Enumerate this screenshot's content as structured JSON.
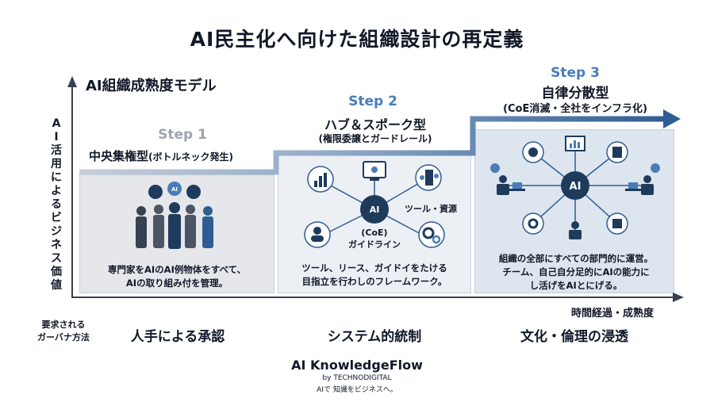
{
  "title": "AI民主化へ向けた組織設計の再定義",
  "model_title": "AI組織成熟度モデル",
  "y_axis_label": [
    "A",
    "I",
    "活",
    "用",
    "に",
    "よ",
    "る",
    "ビ",
    "ジ",
    "ネ",
    "ス",
    "価",
    "値"
  ],
  "x_axis_label": "時間経過・成熟度",
  "steps": [
    {
      "label": "Step 1",
      "name": "中央集権型",
      "sub": "(ボトルネック発生)",
      "desc": [
        "専門家をAIのAI例物体をすべて、",
        "AIの取り組み付を管理。"
      ]
    },
    {
      "label": "Step 2",
      "name": "ハブ＆スポーク型",
      "sub": "(権限委譲とガードレール)",
      "hub_text": "AI",
      "hub_sub": "(CoE)",
      "hub_guide": "ガイドライン",
      "tools": "ツール・資源",
      "desc": [
        "ツール、リース、ガイドイをたける",
        "目指立を行わしのフレームワーク。"
      ]
    },
    {
      "label": "Step 3",
      "name": "自律分散型",
      "sub": "(CoE消滅・全社をインフラ化)",
      "hub_text": "AI",
      "desc": [
        "組織の全部にすべての部門的に運営。",
        "チーム、自己自分足的にAIの能力に",
        "し活げをAIとにげる。"
      ]
    }
  ],
  "governance_label": [
    "要求される",
    "ガーバナ方法"
  ],
  "governance": [
    "人手による承認",
    "システム的統制",
    "文化・倫理の浸透"
  ],
  "brand": {
    "name": "AI KnowledgeFlow",
    "by": "by TECHNODIGITAL",
    "tagline": "AIで 知識をビジネスへ。"
  },
  "colors": {
    "accent": "#2f5d93",
    "step1": "#9ca3af",
    "step_blue": "#4a7db8",
    "icon_dark": "#1f3b5c"
  }
}
